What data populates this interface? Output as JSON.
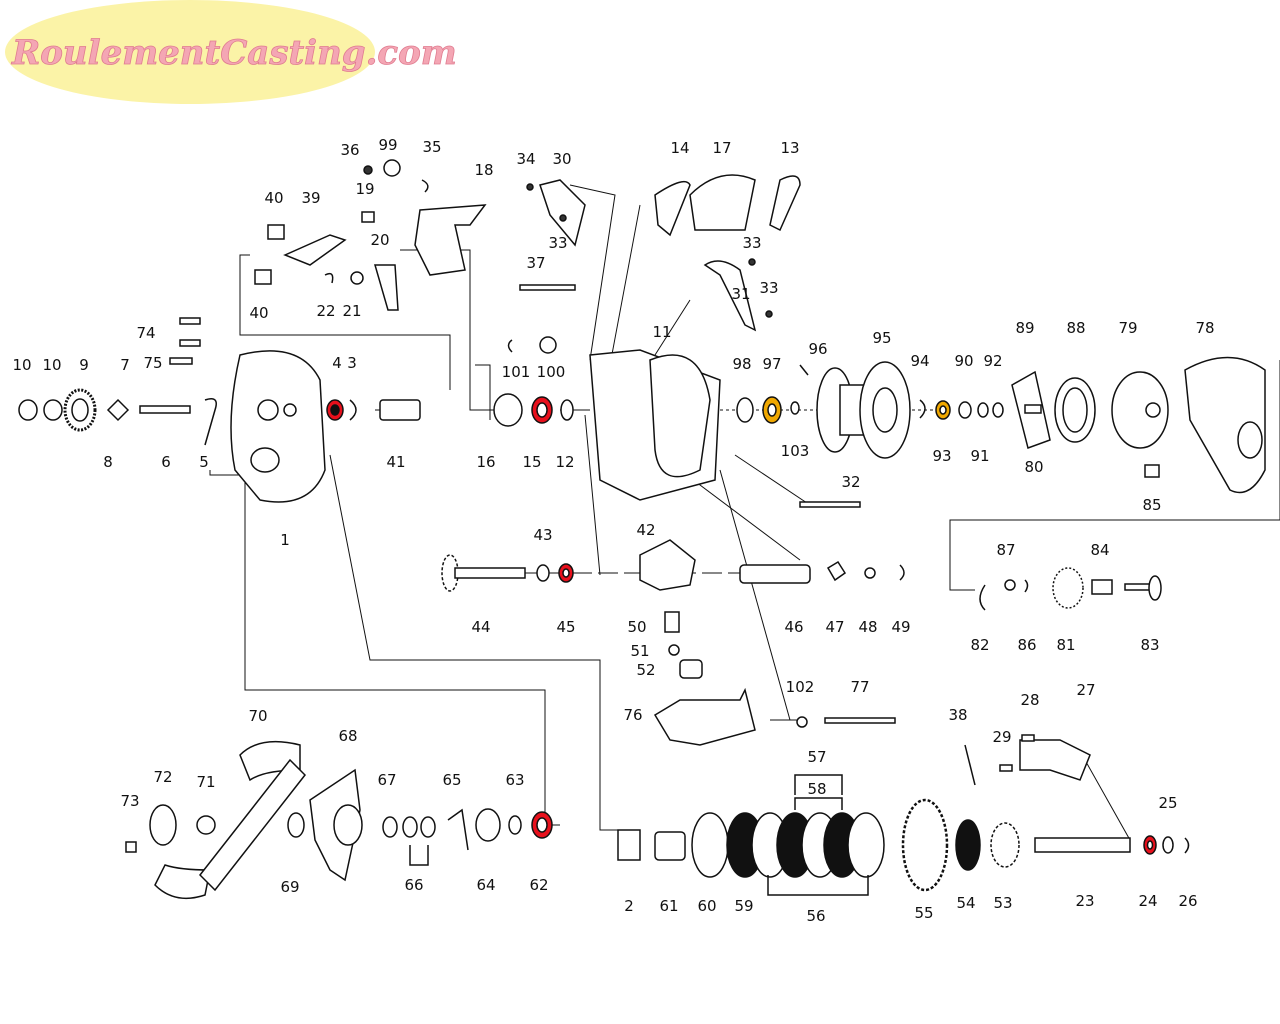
{
  "watermark": "RoulementCasting.com",
  "colors": {
    "bearing_highlight": "#e8101c",
    "bushing_highlight": "#f0a800",
    "logo_ellipse": "#fbf3a7",
    "logo_text": "#f4a6b4",
    "line": "#111111"
  },
  "labels": {
    "p1": "1",
    "p2": "2",
    "p3": "3",
    "p4": "4",
    "p5": "5",
    "p6": "6",
    "p7": "7",
    "p8": "8",
    "p9": "9",
    "p10a": "10",
    "p10b": "10",
    "p11": "11",
    "p12": "12",
    "p13": "13",
    "p14": "14",
    "p15": "15",
    "p16": "16",
    "p17": "17",
    "p18": "18",
    "p19": "19",
    "p20": "20",
    "p21": "21",
    "p22": "22",
    "p23": "23",
    "p24": "24",
    "p25": "25",
    "p26": "26",
    "p27": "27",
    "p28": "28",
    "p29": "29",
    "p30": "30",
    "p31": "31",
    "p32": "32",
    "p33a": "33",
    "p33b": "33",
    "p33c": "33",
    "p34": "34",
    "p35": "35",
    "p36": "36",
    "p37": "37",
    "p38": "38",
    "p39": "39",
    "p40a": "40",
    "p40b": "40",
    "p41": "41",
    "p42": "42",
    "p43": "43",
    "p44": "44",
    "p45": "45",
    "p46": "46",
    "p47": "47",
    "p48": "48",
    "p49": "49",
    "p50": "50",
    "p51": "51",
    "p52": "52",
    "p53": "53",
    "p54": "54",
    "p55": "55",
    "p56": "56",
    "p57": "57",
    "p58": "58",
    "p59": "59",
    "p60": "60",
    "p61": "61",
    "p62": "62",
    "p63": "63",
    "p64": "64",
    "p65": "65",
    "p66": "66",
    "p67": "67",
    "p68": "68",
    "p69": "69",
    "p70": "70",
    "p71": "71",
    "p72": "72",
    "p73": "73",
    "p74": "74",
    "p75": "75",
    "p76": "76",
    "p77": "77",
    "p78": "78",
    "p79": "79",
    "p80": "80",
    "p81": "81",
    "p82": "82",
    "p83": "83",
    "p84": "84",
    "p85": "85",
    "p86": "86",
    "p87": "87",
    "p88": "88",
    "p89": "89",
    "p90": "90",
    "p91": "91",
    "p92": "92",
    "p93": "93",
    "p94": "94",
    "p95": "95",
    "p96": "96",
    "p97": "97",
    "p98": "98",
    "p99": "99",
    "p100": "100",
    "p101": "101",
    "p102": "102",
    "p103": "103"
  }
}
